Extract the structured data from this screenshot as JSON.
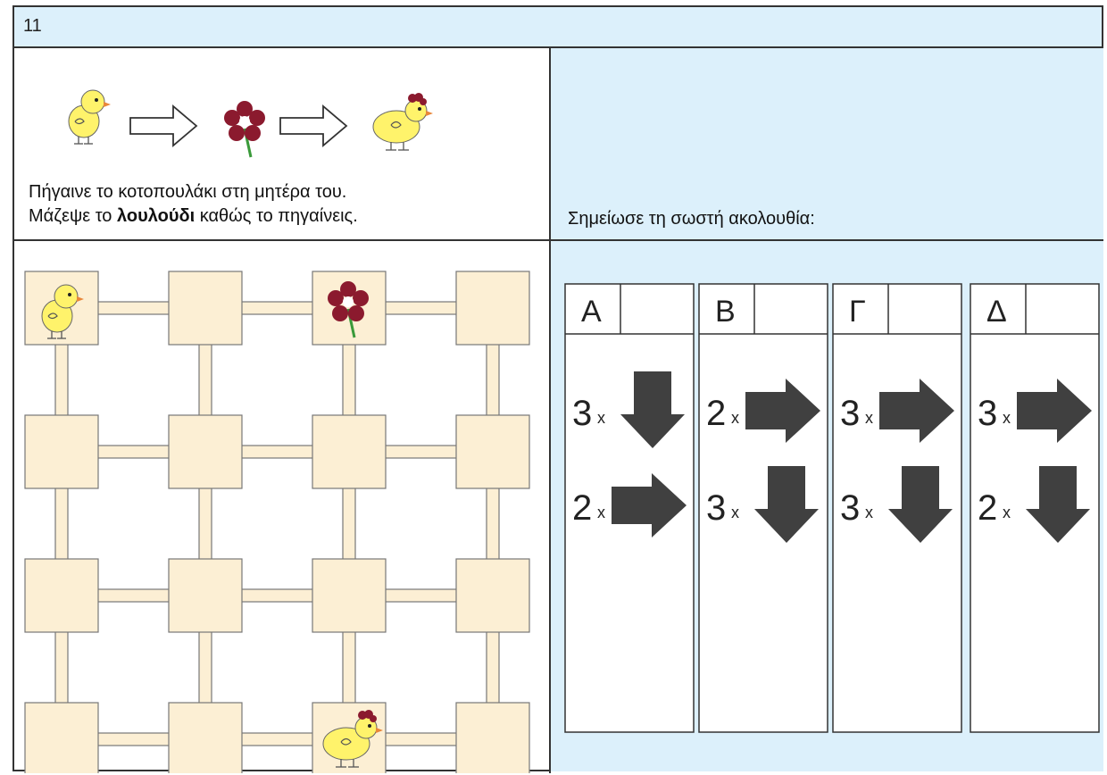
{
  "task": {
    "number": "11",
    "instruction_line1": "Πήγαινε το κοτοπουλάκι στη μητέρα του.",
    "instruction_line2_prefix": "Μάζεψε το ",
    "instruction_line2_bold": "λουλούδι",
    "instruction_line2_suffix": " καθώς το πηγαίνεις.",
    "answer_prompt": "Σημείωσε τη σωστή ακολουθία:"
  },
  "options": [
    {
      "label": "Α",
      "steps": [
        {
          "count": "3",
          "x": "x",
          "dir": "down"
        },
        {
          "count": "2",
          "x": "x",
          "dir": "right"
        }
      ]
    },
    {
      "label": "Β",
      "steps": [
        {
          "count": "2",
          "x": "x",
          "dir": "right"
        },
        {
          "count": "3",
          "x": "x",
          "dir": "down"
        }
      ]
    },
    {
      "label": "Γ",
      "steps": [
        {
          "count": "3",
          "x": "x",
          "dir": "right"
        },
        {
          "count": "3",
          "x": "x",
          "dir": "down"
        }
      ]
    },
    {
      "label": "Δ",
      "steps": [
        {
          "count": "3",
          "x": "x",
          "dir": "right"
        },
        {
          "count": "2",
          "x": "x",
          "dir": "down"
        }
      ]
    }
  ],
  "icons": {
    "chick": "chick-icon",
    "flower": "flower-icon",
    "hen": "hen-icon",
    "arrow": "arrow-icon"
  },
  "colors": {
    "header_bg": "#dcf0fb",
    "tile": "#fcefd4",
    "flower": "#8b1a2e",
    "chick": "#fff36b",
    "arrow": "#404040"
  }
}
